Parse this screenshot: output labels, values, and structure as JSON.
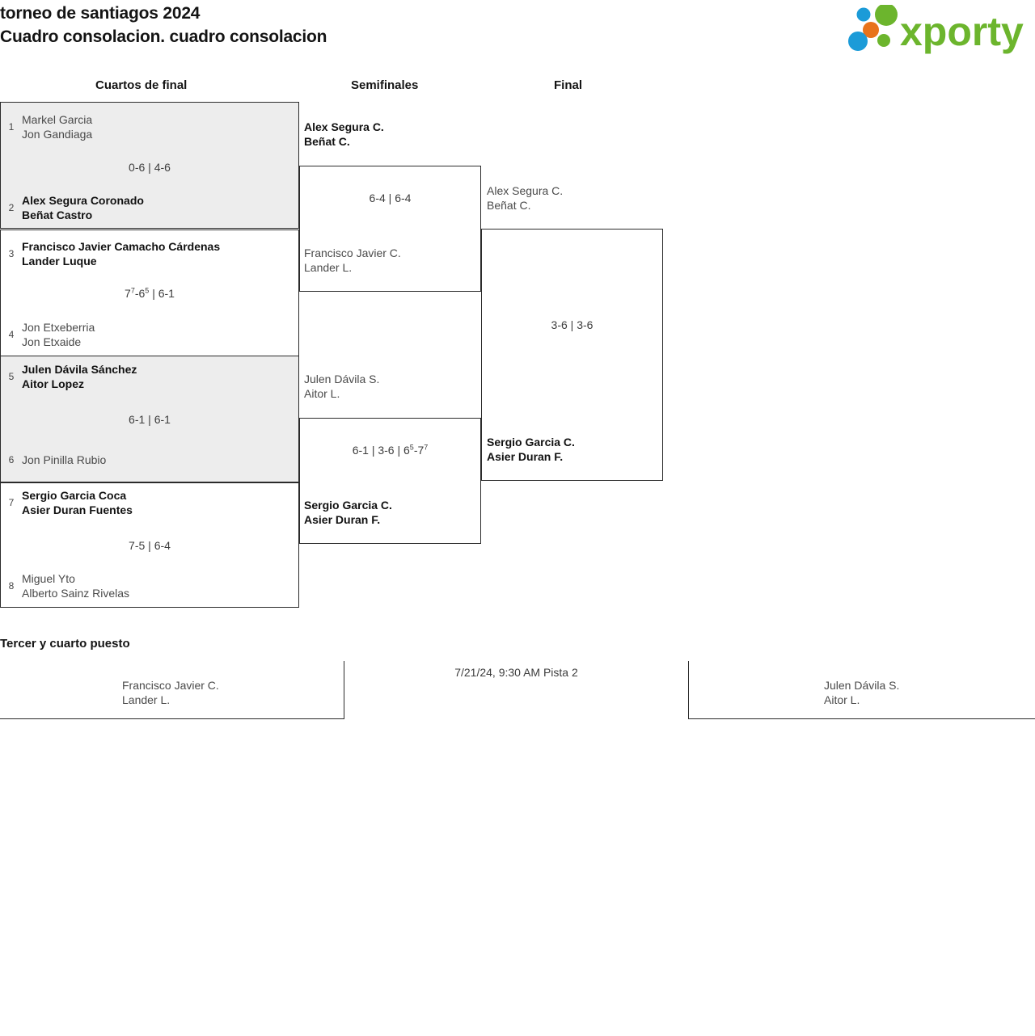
{
  "header": {
    "tournament_title": "torneo de santiagos 2024",
    "bracket_title": "Cuadro consolacion. cuadro consolacion",
    "logo": {
      "name": "xporty",
      "wordmark": "xporty",
      "colors": {
        "green": "#6cb52d",
        "blue": "#1b9bd8",
        "orange": "#e8731a"
      }
    }
  },
  "rounds": [
    {
      "key": "qf",
      "label": "Cuartos de final"
    },
    {
      "key": "sf",
      "label": "Semifinales"
    },
    {
      "key": "f",
      "label": "Final"
    }
  ],
  "quarterfinals": [
    {
      "shaded": true,
      "top": {
        "seed": "1",
        "line1": "Markel Garcia",
        "line2": "Jon Gandiaga",
        "winner": false
      },
      "bottom": {
        "seed": "2",
        "line1": "Alex Segura Coronado",
        "line2": "Beñat Castro",
        "winner": true
      },
      "score": "0-6 | 4-6"
    },
    {
      "shaded": false,
      "top": {
        "seed": "3",
        "line1": "Francisco Javier Camacho Cárdenas",
        "line2": "Lander Luque",
        "winner": true
      },
      "bottom": {
        "seed": "4",
        "line1": "Jon Etxeberria",
        "line2": "Jon Etxaide",
        "winner": false
      },
      "score": "7⁷-6⁵ | 6-1",
      "score_parts": [
        {
          "t": "7"
        },
        {
          "t": "7",
          "sup": true
        },
        {
          "t": "-6"
        },
        {
          "t": "5",
          "sup": true
        },
        {
          "t": " | 6-1"
        }
      ]
    },
    {
      "shaded": true,
      "top": {
        "seed": "5",
        "line1": "Julen Dávila Sánchez",
        "line2": "Aitor Lopez",
        "winner": true
      },
      "bottom": {
        "seed": "6",
        "line1": "Jon Pinilla Rubio",
        "line2": "",
        "winner": false
      },
      "score": "6-1 | 6-1"
    },
    {
      "shaded": false,
      "top": {
        "seed": "7",
        "line1": "Sergio Garcia Coca",
        "line2": "Asier Duran Fuentes",
        "winner": true
      },
      "bottom": {
        "seed": "8",
        "line1": "Miguel Yto",
        "line2": "Alberto Sainz Rivelas",
        "winner": false
      },
      "score": "7-5 | 6-4"
    }
  ],
  "semifinals": [
    {
      "top": {
        "line1": "Alex Segura C.",
        "line2": "Beñat C.",
        "winner": true
      },
      "bottom": {
        "line1": "Francisco Javier C.",
        "line2": "Lander L.",
        "winner": false
      },
      "score": "6-4 | 6-4"
    },
    {
      "top": {
        "line1": "Julen Dávila S.",
        "line2": "Aitor L.",
        "winner": false
      },
      "bottom": {
        "line1": "Sergio Garcia C.",
        "line2": "Asier Duran F.",
        "winner": true
      },
      "score": "6-1 | 3-6 | 6⁵-7⁷",
      "score_parts": [
        {
          "t": "6-1 | 3-6 | 6"
        },
        {
          "t": "5",
          "sup": true
        },
        {
          "t": "-7"
        },
        {
          "t": "7",
          "sup": true
        }
      ]
    }
  ],
  "final": {
    "top": {
      "line1": "Alex Segura C.",
      "line2": "Beñat C.",
      "winner": false
    },
    "bottom": {
      "line1": "Sergio Garcia C.",
      "line2": "Asier Duran F.",
      "winner": true
    },
    "score": "3-6 | 3-6"
  },
  "third_place": {
    "title": "Tercer y cuarto puesto",
    "left": {
      "line1": "Francisco Javier C.",
      "line2": "Lander L."
    },
    "right": {
      "line1": "Julen Dávila S.",
      "line2": "Aitor L."
    },
    "info": "7/21/24, 9:30 AM Pista 2"
  }
}
